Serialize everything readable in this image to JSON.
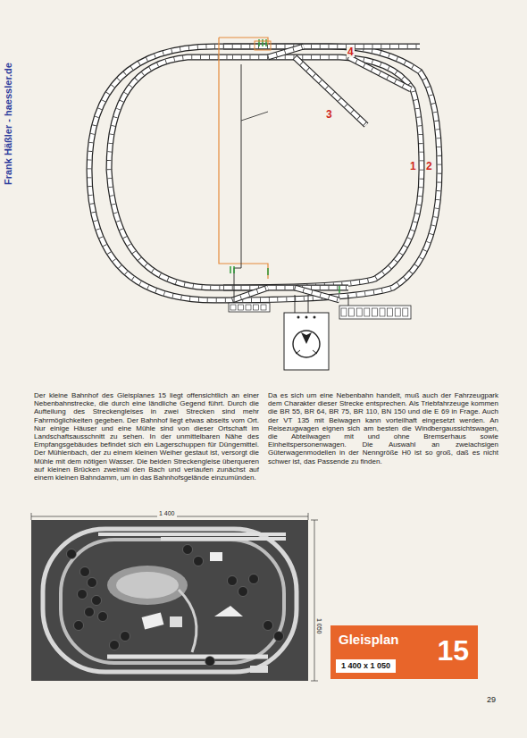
{
  "diagram": {
    "nodes": [
      {
        "text": [
          "Gleisplan",
          "15",
          "1 400 x 1 050"
        ]
      }
    ],
    "labels": [
      "Frank Häßler - haessler.de",
      "4",
      "3",
      "1",
      "2",
      "Der kleine Bahnhof des Gleisplanes 15 liegt offensichtlich an einer Nebenbahnstrecke, die durch eine ländliche Gegend führt. Durch die Aufteilung des Streckengleises in zwei Strecken sind mehr Fahrmöglichkeiten gegeben. Der Bahnhof liegt etwas abseits vom Ort. Nur einige Häuser und eine Mühle sind von dieser Ortschaft im Landschaftsausschnitt zu sehen. In der unmittelbaren Nähe des Empfangsgebäudes befindet sich ein Lagerschuppen für Düngemittel. Der Mühlenbach, der zu einem kleinen Weiher gestaut ist, versorgt die Mühle mit dem nötigen Wasser. Die beiden Streckengleise überqueren auf kleinen Brücken zweimal den Bach und verlaufen zunächst auf einem kleinen Bahndamm, um in das Bahnhofsgelände einzumünden.",
      "Da es sich um eine Nebenbahn handelt, muß auch der Fahrzeugpark dem Charakter dieser Strecke entsprechen. Als Triebfahrzeuge kommen die BR 55, BR 64, BR 75, BR 110, BN 150 und die E 69 in Frage. Auch der VT 135 mit Beiwagen kann vorteilhaft eingesetzt werden. An Reisezugwagen eignen sich am besten die Windbergaussichtswagen, die Abteilwagen mit und ohne Bremserhaus sowie Einheitspersonenwagen. Die Auswahl an zweiachsigen Güterwagenmodellen in der Nenngröße H0 ist so groß, daß es nicht schwer ist, das Passende zu finden.",
      "1 400",
      "1 050",
      "29"
    ]
  }
}
